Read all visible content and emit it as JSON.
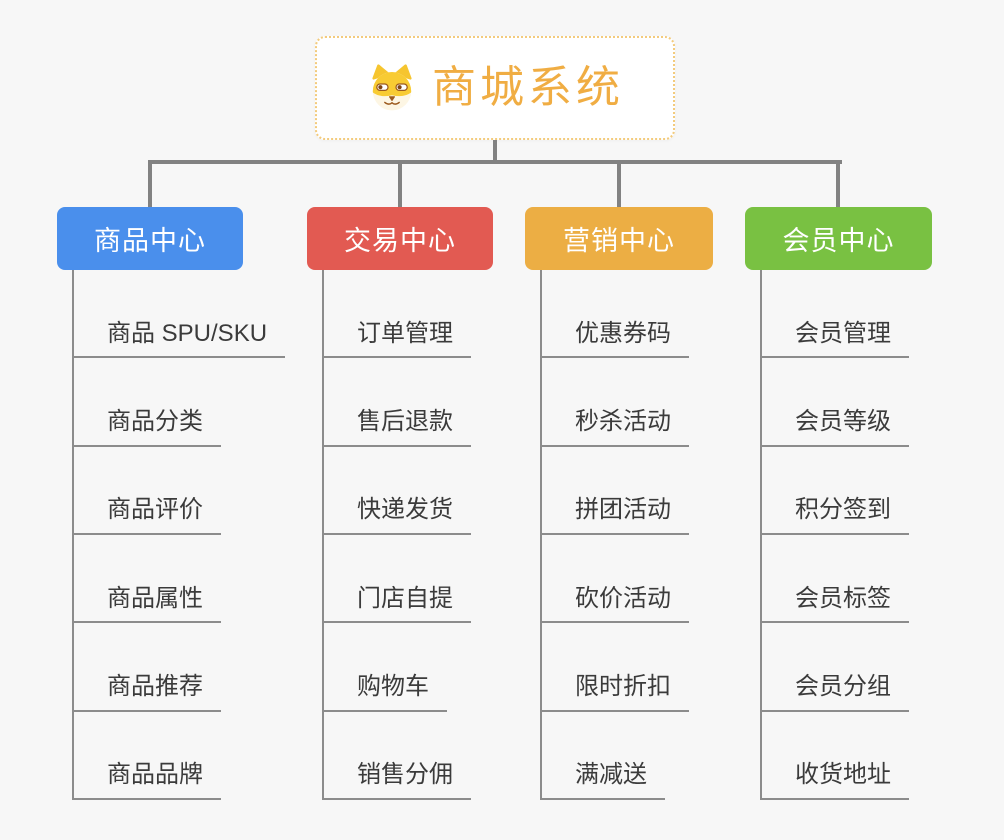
{
  "canvas": {
    "background": "#f7f7f7",
    "connector_color": "#828282"
  },
  "root": {
    "title": "商城系统",
    "title_color": "#f0ad43",
    "border_color": "#f3cb7d",
    "icon": "doge-icon"
  },
  "branches": [
    {
      "title": "商品中心",
      "color": "#4a8fec",
      "items": [
        "商品 SPU/SKU",
        "商品分类",
        "商品评价",
        "商品属性",
        "商品推荐",
        "商品品牌"
      ]
    },
    {
      "title": "交易中心",
      "color": "#e25a52",
      "items": [
        "订单管理",
        "售后退款",
        "快递发货",
        "门店自提",
        "购物车",
        "销售分佣"
      ]
    },
    {
      "title": "营销中心",
      "color": "#ecae44",
      "items": [
        "优惠券码",
        "秒杀活动",
        "拼团活动",
        "砍价活动",
        "限时折扣",
        "满减送"
      ]
    },
    {
      "title": "会员中心",
      "color": "#79c142",
      "items": [
        "会员管理",
        "会员等级",
        "积分签到",
        "会员标签",
        "会员分组",
        "收货地址"
      ]
    }
  ]
}
